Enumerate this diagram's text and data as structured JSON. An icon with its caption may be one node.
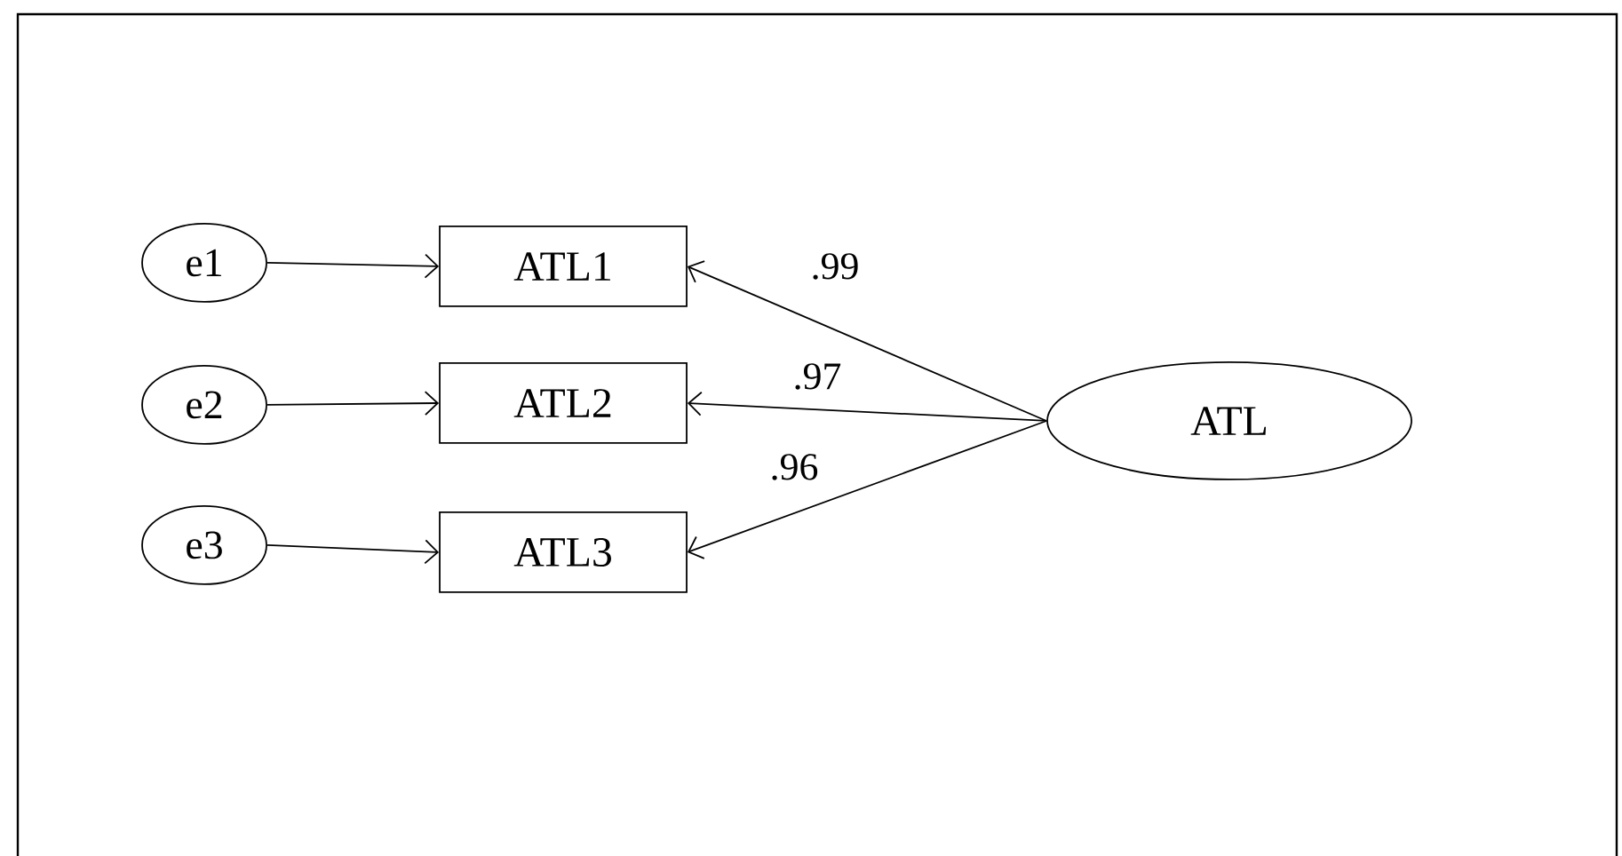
{
  "diagram": {
    "nodes": [
      {
        "text": [
          "e1"
        ]
      },
      {
        "text": [
          "e2"
        ]
      },
      {
        "text": [
          "e3"
        ]
      },
      {
        "text": [
          "ATL1"
        ]
      },
      {
        "text": [
          "ATL2"
        ]
      },
      {
        "text": [
          "ATL3"
        ]
      },
      {
        "text": [
          "ATL"
        ]
      }
    ],
    "edges": [
      {
        "from": 0,
        "to": 3,
        "arrow": "to"
      },
      {
        "from": 1,
        "to": 4,
        "arrow": "to"
      },
      {
        "from": 2,
        "to": 5,
        "arrow": "to"
      },
      {
        "from": 6,
        "to": 3,
        "arrow": "to",
        "label": ".99"
      },
      {
        "from": 6,
        "to": 4,
        "arrow": "to",
        "label": ".97"
      },
      {
        "from": 6,
        "to": 5,
        "arrow": "to",
        "label": ".96"
      }
    ]
  }
}
